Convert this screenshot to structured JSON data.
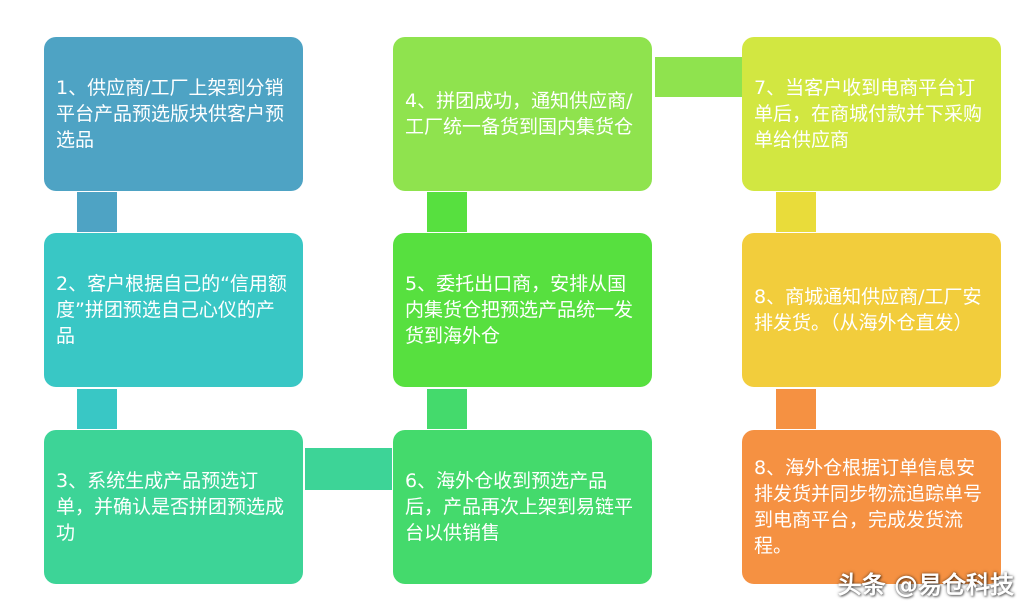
{
  "steps": [
    {
      "id": 1,
      "text": "1、供应商/工厂上架到分销平台产品预选版块供客户预选品",
      "color": "#4ea3c4"
    },
    {
      "id": 2,
      "text": "2、客户根据自己的“信用额度”拼团预选自己心仪的产品",
      "color": "#39c7c5"
    },
    {
      "id": 3,
      "text": "3、系统生成产品预选订单，并确认是否拼团预选成功",
      "color": "#3dd497"
    },
    {
      "id": 4,
      "text": "4、拼团成功，通知供应商/工厂统一备货到国内集货仓",
      "color": "#8fe34e"
    },
    {
      "id": 5,
      "text": "5、委托出口商，安排从国内集货仓把预选产品统一发货到海外仓",
      "color": "#57e03f"
    },
    {
      "id": 6,
      "text": "6、海外仓收到预选产品后，产品再次上架到易链平台以供销售",
      "color": "#44da6c"
    },
    {
      "id": 7,
      "text": "7、当客户收到电商平台订单后，在商城付款并下采购单给供应商",
      "color": "#d2e741"
    },
    {
      "id": 8,
      "text": "8、商城通知供应商/工厂安排发货。（从海外仓直发）",
      "color": "#f2cd3c"
    },
    {
      "id": 9,
      "text": "8、海外仓根据订单信息安排发货并同步物流追踪单号到电商平台，完成发货流程。",
      "color": "#f59142"
    }
  ],
  "connector_colors": {
    "c12": "#4ea3c4",
    "c23": "#39c7c5",
    "c36": "#3dd497",
    "c65": "#44da6c",
    "c54": "#57e03f",
    "c47": "#8fe34e",
    "c78": "#e9dc3a",
    "c89": "#f59142"
  },
  "watermark": "头条 @易仓科技"
}
